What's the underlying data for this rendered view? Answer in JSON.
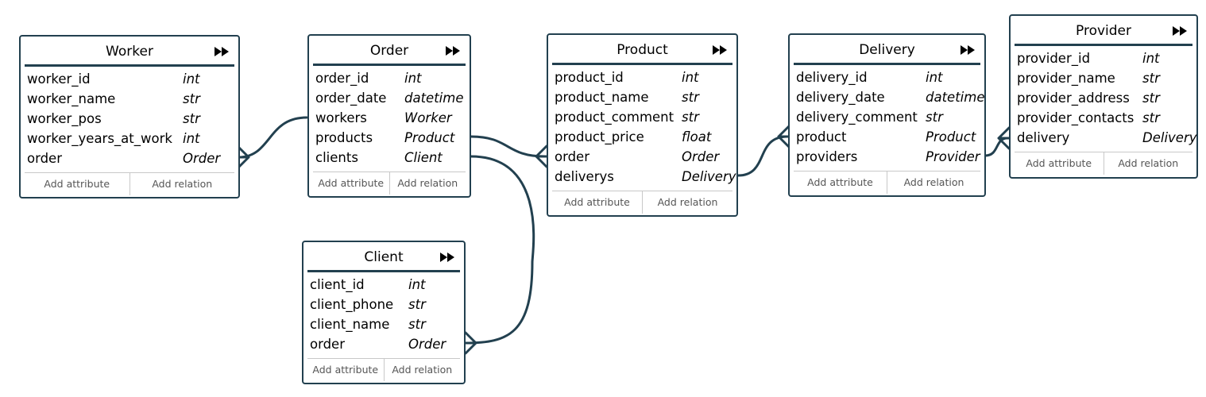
{
  "footer_labels": {
    "add_attribute": "Add attribute",
    "add_relation": "Add relation"
  },
  "icons": {
    "collapse": "fast-forward-icon"
  },
  "colors": {
    "border": "#22404f",
    "connector": "#22404f"
  },
  "entities": {
    "worker": {
      "title": "Worker",
      "attrs": [
        {
          "name": "worker_id",
          "type": "int"
        },
        {
          "name": "worker_name",
          "type": "str"
        },
        {
          "name": "worker_pos",
          "type": "str"
        },
        {
          "name": "worker_years_at_work",
          "type": "int"
        },
        {
          "name": "order",
          "type": "Order"
        }
      ]
    },
    "order": {
      "title": "Order",
      "attrs": [
        {
          "name": "order_id",
          "type": "int"
        },
        {
          "name": "order_date",
          "type": "datetime"
        },
        {
          "name": "workers",
          "type": "Worker"
        },
        {
          "name": "products",
          "type": "Product"
        },
        {
          "name": "clients",
          "type": "Client"
        }
      ]
    },
    "product": {
      "title": "Product",
      "attrs": [
        {
          "name": "product_id",
          "type": "int"
        },
        {
          "name": "product_name",
          "type": "str"
        },
        {
          "name": "product_comment",
          "type": "str"
        },
        {
          "name": "product_price",
          "type": "float"
        },
        {
          "name": "order",
          "type": "Order"
        },
        {
          "name": "deliverys",
          "type": "Delivery"
        }
      ]
    },
    "delivery": {
      "title": "Delivery",
      "attrs": [
        {
          "name": "delivery_id",
          "type": "int"
        },
        {
          "name": "delivery_date",
          "type": "datetime"
        },
        {
          "name": "delivery_comment",
          "type": "str"
        },
        {
          "name": "product",
          "type": "Product"
        },
        {
          "name": "providers",
          "type": "Provider"
        }
      ]
    },
    "provider": {
      "title": "Provider",
      "attrs": [
        {
          "name": "provider_id",
          "type": "int"
        },
        {
          "name": "provider_name",
          "type": "str"
        },
        {
          "name": "provider_address",
          "type": "str"
        },
        {
          "name": "provider_contacts",
          "type": "str"
        },
        {
          "name": "delivery",
          "type": "Delivery"
        }
      ]
    },
    "client": {
      "title": "Client",
      "attrs": [
        {
          "name": "client_id",
          "type": "int"
        },
        {
          "name": "client_phone",
          "type": "str"
        },
        {
          "name": "client_name",
          "type": "str"
        },
        {
          "name": "order",
          "type": "Order"
        }
      ]
    }
  }
}
